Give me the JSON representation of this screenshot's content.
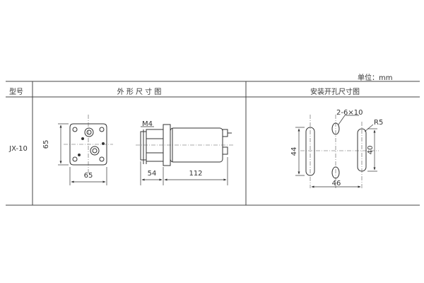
{
  "unit_label": "单位：mm",
  "table": {
    "headers": {
      "model": "型号",
      "outline": "外 形 尺 寸 图",
      "mounting": "安装开孔尺寸图"
    },
    "rows": [
      {
        "model": "JX-10"
      }
    ]
  },
  "outline_drawing": {
    "front_height_dim": "65",
    "front_width_dim": "65",
    "thread_label": "M4",
    "base_length_dim": "54",
    "body_length_dim": "112"
  },
  "mounting_drawing": {
    "hole_label": "2-6×10",
    "radius_label": "R5",
    "left_height_dim": "44",
    "right_height_dim": "40",
    "spacing_dim": "46"
  }
}
